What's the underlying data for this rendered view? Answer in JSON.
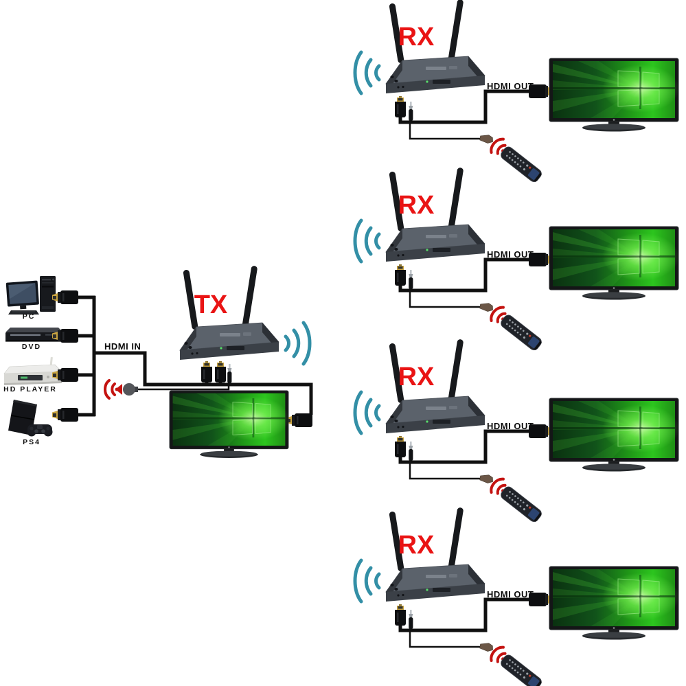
{
  "background_color": "#ffffff",
  "palette": {
    "background": "#ffffff",
    "label_red": "#e91414",
    "wireless_blue": "#338fa6",
    "ir_red": "#c41310",
    "cable_black": "#101010",
    "box_gray_top": "#5b626b",
    "box_gray_front": "#3b4047",
    "screen_green_bright": "#2cc51e",
    "screen_green_dark": "#0a3110",
    "text_black": "#0d0d0d"
  },
  "sources": [
    {
      "label": "PC",
      "icon": "desktop-pc-icon"
    },
    {
      "label": "DVD",
      "icon": "dvd-player-icon"
    },
    {
      "label": "HD PLAYER",
      "icon": "hd-player-icon"
    },
    {
      "label": "PS4",
      "icon": "ps4-console-icon"
    }
  ],
  "transmitter": {
    "label": "TX",
    "input_label": "HDMI IN",
    "icons": [
      "antenna-icon",
      "wifi-waves-icon",
      "ir-blaster-icon",
      "hdmi-plug-icon",
      "audio-jack-icon",
      "tv-icon"
    ]
  },
  "receivers": {
    "count": 4,
    "units": [
      {
        "label": "RX",
        "output_label": "HDMI OUT"
      },
      {
        "label": "RX",
        "output_label": "HDMI OUT"
      },
      {
        "label": "RX",
        "output_label": "HDMI OUT"
      },
      {
        "label": "RX",
        "output_label": "HDMI OUT"
      }
    ],
    "icons": [
      "antenna-icon",
      "wifi-waves-icon",
      "ir-receiver-icon",
      "remote-control-icon",
      "hdmi-plug-icon",
      "tv-icon"
    ]
  }
}
